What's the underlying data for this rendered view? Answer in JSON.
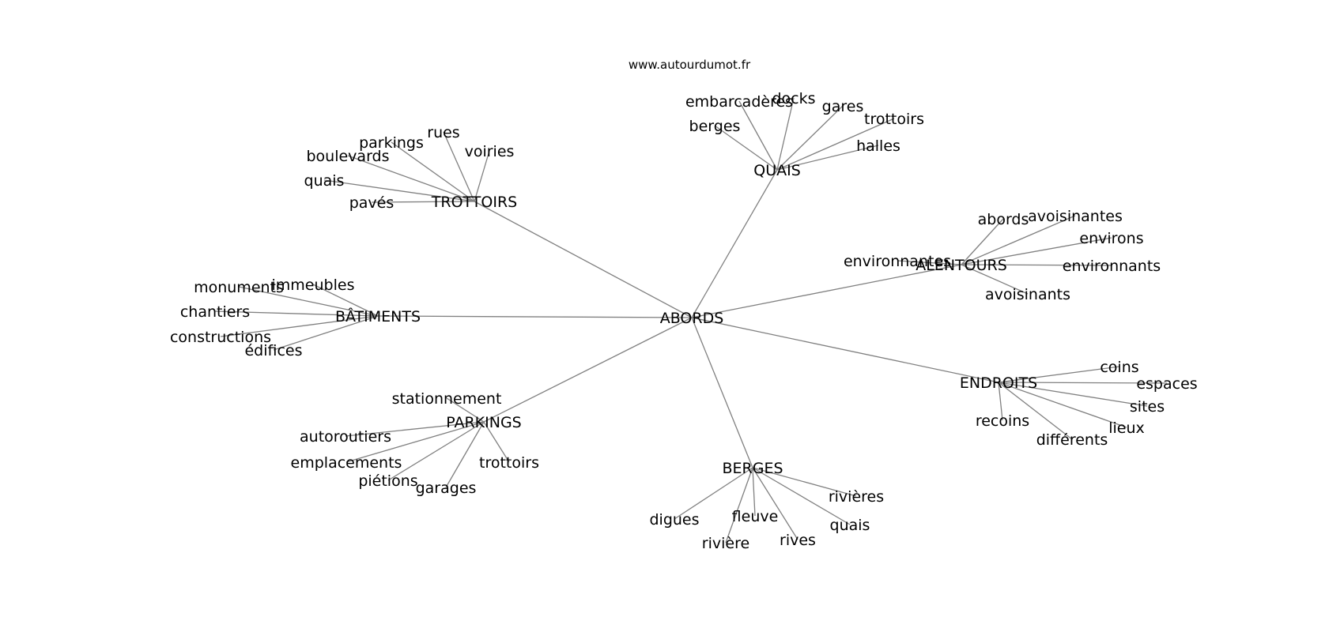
{
  "source_credit": "www.autourdumot.fr",
  "colors": {
    "edge": "#808080",
    "text": "#000000",
    "background": "#ffffff"
  },
  "graph": {
    "center": "ABORDS",
    "clusters": [
      {
        "label": "TROTTOIRS",
        "words": [
          "rues",
          "parkings",
          "voiries",
          "boulevards",
          "quais",
          "pavés"
        ]
      },
      {
        "label": "QUAIS",
        "words": [
          "embarcadères",
          "docks",
          "gares",
          "berges",
          "trottoirs",
          "halles"
        ]
      },
      {
        "label": "ALENTOURS",
        "words": [
          "abords",
          "avoisinantes",
          "environs",
          "environnantes",
          "environnants",
          "avoisinants"
        ]
      },
      {
        "label": "BÂTIMENTS",
        "words": [
          "monuments",
          "immeubles",
          "chantiers",
          "constructions",
          "édifices"
        ]
      },
      {
        "label": "ENDROITS",
        "words": [
          "coins",
          "espaces",
          "sites",
          "recoins",
          "lieux",
          "différents"
        ]
      },
      {
        "label": "PARKINGS",
        "words": [
          "stationnement",
          "autoroutiers",
          "emplacements",
          "trottoirs",
          "piétions",
          "garages"
        ]
      },
      {
        "label": "BERGES",
        "words": [
          "rivières",
          "digues",
          "fleuve",
          "quais",
          "rivière",
          "rives"
        ]
      }
    ]
  }
}
